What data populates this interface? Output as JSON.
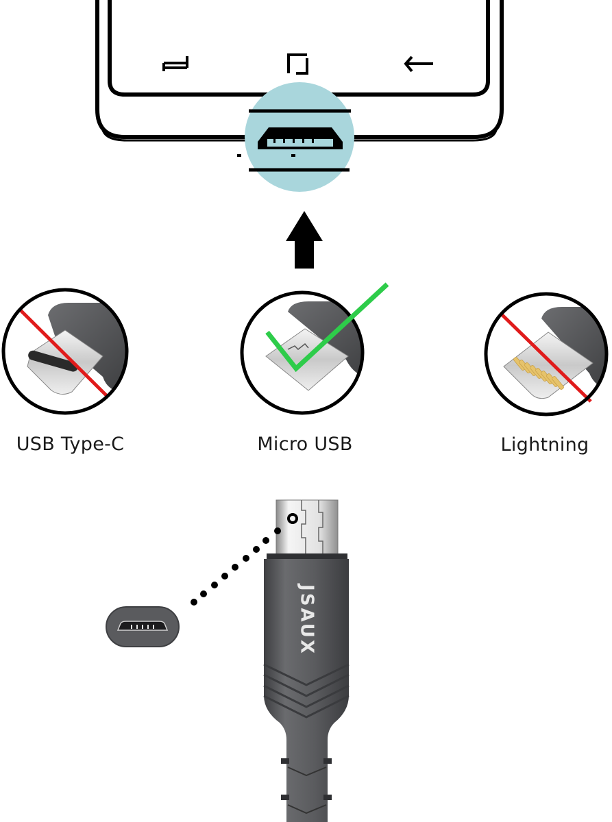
{
  "phone": {
    "nav_buttons": [
      {
        "icon": "recent-apps-icon"
      },
      {
        "icon": "home-icon"
      },
      {
        "icon": "back-icon"
      }
    ],
    "port": {
      "icon": "micro-usb-port-icon",
      "highlight_color": "#a9d6dc"
    }
  },
  "arrow": {
    "icon": "arrow-up-icon",
    "direction": "up"
  },
  "connectors": [
    {
      "label": "USB Type-C",
      "status": "incompatible",
      "mark_color": "#e01b1b"
    },
    {
      "label": "Micro USB",
      "status": "compatible",
      "mark_color": "#2ecc4a"
    },
    {
      "label": "Lightning",
      "status": "incompatible",
      "mark_color": "#e01b1b"
    }
  ],
  "cable": {
    "brand": "JSAUX",
    "connector_type": "Micro USB",
    "body_color": "#5f6063"
  }
}
